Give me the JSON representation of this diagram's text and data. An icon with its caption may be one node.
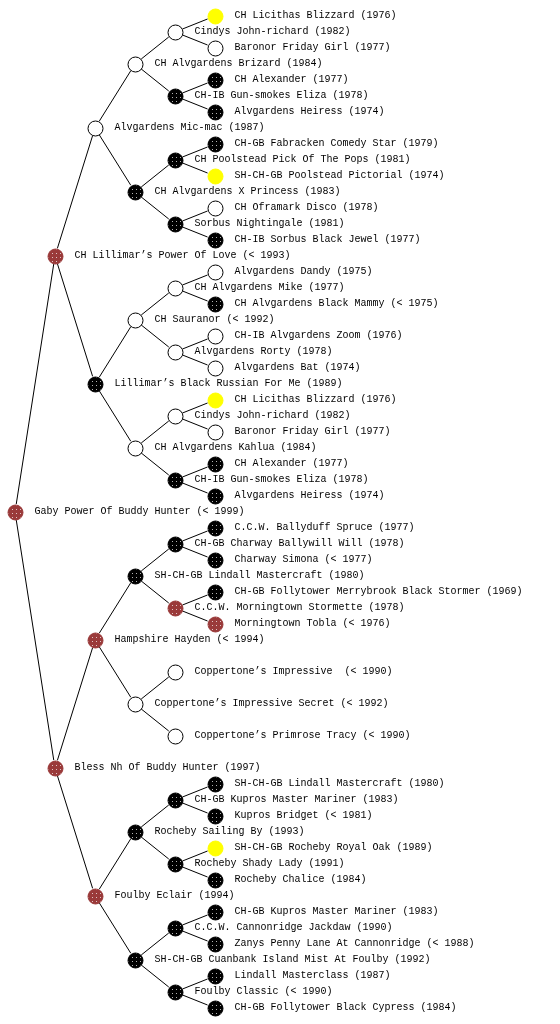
{
  "diagram": {
    "nodes": [
      {
        "text": [
          "CH Licithas Blizzard (1976)"
        ]
      },
      {
        "text": [
          "Cindys John-richard (1982)"
        ]
      },
      {
        "text": [
          "Baronor Friday Girl (1977)"
        ]
      },
      {
        "text": [
          "CH Alvgardens Brizard (1984)"
        ]
      },
      {
        "text": [
          "CH Alexander (1977)"
        ]
      },
      {
        "text": [
          "CH-IB Gun-smokes Eliza (1978)"
        ]
      },
      {
        "text": [
          "Alvgardens Heiress (1974)"
        ]
      },
      {
        "text": [
          "Alvgardens Mic-mac (1987)"
        ]
      },
      {
        "text": [
          "CH-GB Fabracken Comedy Star (1979)"
        ]
      },
      {
        "text": [
          "CH Poolstead Pick Of The Pops (1981)"
        ]
      },
      {
        "text": [
          "SH-CH-GB Poolstead Pictorial (1974)"
        ]
      },
      {
        "text": [
          "CH Alvgardens X Princess (1983)"
        ]
      },
      {
        "text": [
          "CH Oframark Disco (1978)"
        ]
      },
      {
        "text": [
          "Sorbus Nightingale (1981)"
        ]
      },
      {
        "text": [
          "CH-IB Sorbus Black Jewel (1977)"
        ]
      },
      {
        "text": [
          "CH Lillimar’s Power Of Love (< 1993)"
        ]
      },
      {
        "text": [
          "Alvgardens Dandy (1975)"
        ]
      },
      {
        "text": [
          "CH Alvgardens Mike (1977)"
        ]
      },
      {
        "text": [
          "CH Alvgardens Black Mammy (< 1975)"
        ]
      },
      {
        "text": [
          "CH Sauranor (< 1992)"
        ]
      },
      {
        "text": [
          "CH-IB Alvgardens Zoom (1976)"
        ]
      },
      {
        "text": [
          "Alvgardens Rorty (1978)"
        ]
      },
      {
        "text": [
          "Alvgardens Bat (1974)"
        ]
      },
      {
        "text": [
          "Lillimar’s Black Russian For Me (1989)"
        ]
      },
      {
        "text": [
          "CH Licithas Blizzard (1976)"
        ]
      },
      {
        "text": [
          "Cindys John-richard (1982)"
        ]
      },
      {
        "text": [
          "Baronor Friday Girl (1977)"
        ]
      },
      {
        "text": [
          "CH Alvgardens Kahlua (1984)"
        ]
      },
      {
        "text": [
          "CH Alexander (1977)"
        ]
      },
      {
        "text": [
          "CH-IB Gun-smokes Eliza (1978)"
        ]
      },
      {
        "text": [
          "Alvgardens Heiress (1974)"
        ]
      },
      {
        "text": [
          "Gaby Power Of Buddy Hunter (< 1999)"
        ]
      },
      {
        "text": [
          "C.C.W. Ballyduff Spruce (1977)"
        ]
      },
      {
        "text": [
          "CH-GB Charway Ballywill Will (1978)"
        ]
      },
      {
        "text": [
          "Charway Simona (< 1977)"
        ]
      },
      {
        "text": [
          "SH-CH-GB Lindall Mastercraft (1980)"
        ]
      },
      {
        "text": [
          "CH-GB Follytower Merrybrook Black Stormer (1969)"
        ]
      },
      {
        "text": [
          "C.C.W. Morningtown Stormette (1978)"
        ]
      },
      {
        "text": [
          "Morningtown Tobla (< 1976)"
        ]
      },
      {
        "text": [
          "Hampshire Hayden (< 1994)"
        ]
      },
      {
        "text": [
          "Coppertone’s Impressive  (< 1990)"
        ]
      },
      {
        "text": [
          "Coppertone’s Impressive Secret (< 1992)"
        ]
      },
      {
        "text": [
          "Coppertone’s Primrose Tracy (< 1990)"
        ]
      },
      {
        "text": [
          "Bless Nh Of Buddy Hunter (1997)"
        ]
      },
      {
        "text": [
          "SH-CH-GB Lindall Mastercraft (1980)"
        ]
      },
      {
        "text": [
          "CH-GB Kupros Master Mariner (1983)"
        ]
      },
      {
        "text": [
          "Kupros Bridget (< 1981)"
        ]
      },
      {
        "text": [
          "Rocheby Sailing By (1993)"
        ]
      },
      {
        "text": [
          "SH-CH-GB Rocheby Royal Oak (1989)"
        ]
      },
      {
        "text": [
          "Rocheby Shady Lady (1991)"
        ]
      },
      {
        "text": [
          "Rocheby Chalice (1984)"
        ]
      },
      {
        "text": [
          "Foulby Eclair (1994)"
        ]
      },
      {
        "text": [
          "CH-GB Kupros Master Mariner (1983)"
        ]
      },
      {
        "text": [
          "C.C.W. Cannonridge Jackdaw (1990)"
        ]
      },
      {
        "text": [
          "Zanys Penny Lane At Cannonridge (< 1988)"
        ]
      },
      {
        "text": [
          "SH-CH-GB Cuanbank Island Mist At Foulby (1992)"
        ]
      },
      {
        "text": [
          "Lindall Masterclass (1987)"
        ]
      },
      {
        "text": [
          "Foulby Classic (< 1990)"
        ]
      },
      {
        "text": [
          "CH-GB Follytower Black Cypress (1984)"
        ]
      }
    ],
    "edges": [
      {
        "from": 31,
        "to": 15,
        "arrow": "none"
      },
      {
        "from": 31,
        "to": 43,
        "arrow": "none"
      },
      {
        "from": 15,
        "to": 7,
        "arrow": "none"
      },
      {
        "from": 15,
        "to": 23,
        "arrow": "none"
      },
      {
        "from": 7,
        "to": 3,
        "arrow": "none"
      },
      {
        "from": 7,
        "to": 11,
        "arrow": "none"
      },
      {
        "from": 3,
        "to": 1,
        "arrow": "none"
      },
      {
        "from": 3,
        "to": 5,
        "arrow": "none"
      },
      {
        "from": 1,
        "to": 0,
        "arrow": "none"
      },
      {
        "from": 1,
        "to": 2,
        "arrow": "none"
      },
      {
        "from": 5,
        "to": 4,
        "arrow": "none"
      },
      {
        "from": 5,
        "to": 6,
        "arrow": "none"
      },
      {
        "from": 11,
        "to": 9,
        "arrow": "none"
      },
      {
        "from": 11,
        "to": 13,
        "arrow": "none"
      },
      {
        "from": 9,
        "to": 8,
        "arrow": "none"
      },
      {
        "from": 9,
        "to": 10,
        "arrow": "none"
      },
      {
        "from": 13,
        "to": 12,
        "arrow": "none"
      },
      {
        "from": 13,
        "to": 14,
        "arrow": "none"
      },
      {
        "from": 23,
        "to": 19,
        "arrow": "none"
      },
      {
        "from": 23,
        "to": 27,
        "arrow": "none"
      },
      {
        "from": 19,
        "to": 17,
        "arrow": "none"
      },
      {
        "from": 19,
        "to": 21,
        "arrow": "none"
      },
      {
        "from": 17,
        "to": 16,
        "arrow": "none"
      },
      {
        "from": 17,
        "to": 18,
        "arrow": "none"
      },
      {
        "from": 21,
        "to": 20,
        "arrow": "none"
      },
      {
        "from": 21,
        "to": 22,
        "arrow": "none"
      },
      {
        "from": 27,
        "to": 25,
        "arrow": "none"
      },
      {
        "from": 27,
        "to": 29,
        "arrow": "none"
      },
      {
        "from": 25,
        "to": 24,
        "arrow": "none"
      },
      {
        "from": 25,
        "to": 26,
        "arrow": "none"
      },
      {
        "from": 29,
        "to": 28,
        "arrow": "none"
      },
      {
        "from": 29,
        "to": 30,
        "arrow": "none"
      },
      {
        "from": 43,
        "to": 39,
        "arrow": "none"
      },
      {
        "from": 43,
        "to": 51,
        "arrow": "none"
      },
      {
        "from": 39,
        "to": 35,
        "arrow": "none"
      },
      {
        "from": 39,
        "to": 41,
        "arrow": "none"
      },
      {
        "from": 35,
        "to": 33,
        "arrow": "none"
      },
      {
        "from": 35,
        "to": 37,
        "arrow": "none"
      },
      {
        "from": 33,
        "to": 32,
        "arrow": "none"
      },
      {
        "from": 33,
        "to": 34,
        "arrow": "none"
      },
      {
        "from": 37,
        "to": 36,
        "arrow": "none"
      },
      {
        "from": 37,
        "to": 38,
        "arrow": "none"
      },
      {
        "from": 41,
        "to": 40,
        "arrow": "none"
      },
      {
        "from": 41,
        "to": 42,
        "arrow": "none"
      },
      {
        "from": 51,
        "to": 47,
        "arrow": "none"
      },
      {
        "from": 51,
        "to": 55,
        "arrow": "none"
      },
      {
        "from": 47,
        "to": 45,
        "arrow": "none"
      },
      {
        "from": 47,
        "to": 49,
        "arrow": "none"
      },
      {
        "from": 45,
        "to": 44,
        "arrow": "none"
      },
      {
        "from": 45,
        "to": 46,
        "arrow": "none"
      },
      {
        "from": 49,
        "to": 48,
        "arrow": "none"
      },
      {
        "from": 49,
        "to": 50,
        "arrow": "none"
      },
      {
        "from": 55,
        "to": 53,
        "arrow": "none"
      },
      {
        "from": 55,
        "to": 57,
        "arrow": "none"
      },
      {
        "from": 53,
        "to": 52,
        "arrow": "none"
      },
      {
        "from": 53,
        "to": 54,
        "arrow": "none"
      },
      {
        "from": 57,
        "to": 56,
        "arrow": "none"
      },
      {
        "from": 57,
        "to": 58,
        "arrow": "none"
      }
    ]
  }
}
